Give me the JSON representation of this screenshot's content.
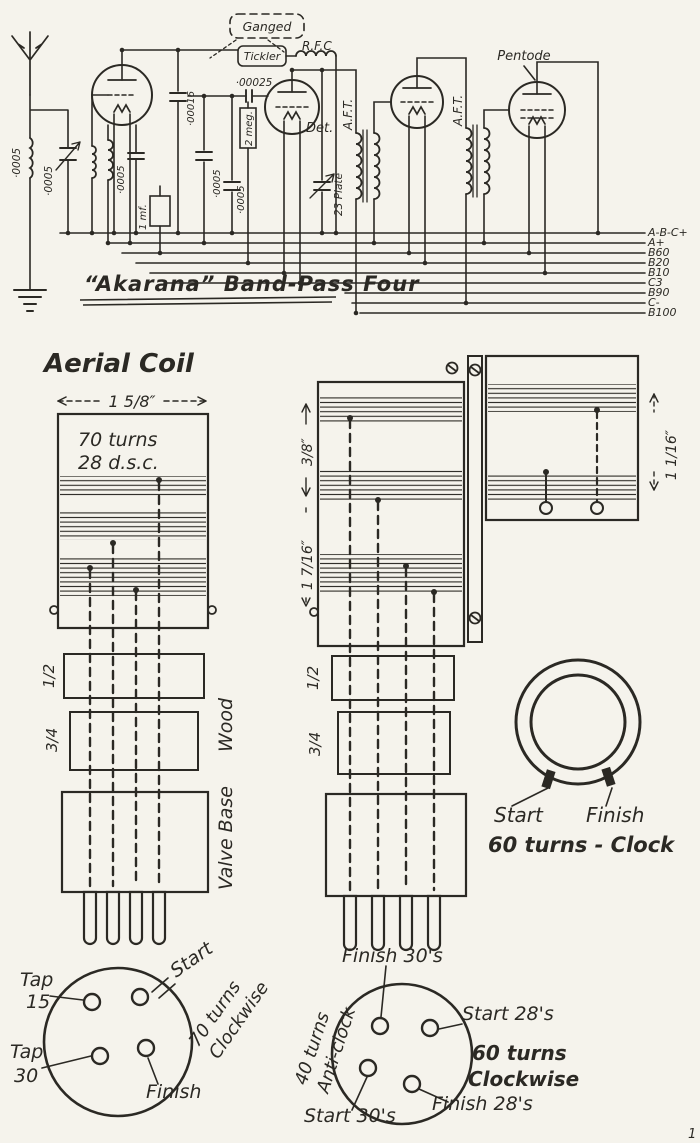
{
  "page_number": "1",
  "colors": {
    "ink": "#2b2924",
    "paper": "#f5f3ec"
  },
  "schematic": {
    "title": "“Akarana” Band-Pass Four",
    "labels": {
      "ganged": "Ganged",
      "tickler": "Tickler",
      "rfc": "R.F.C",
      "det": "Det.",
      "pentode": "Pentode",
      "aft_1": "A.F.T.",
      "aft_2": "A.F.T.",
      "aerial_coil_cap": "·0005",
      "tuning_cap_1": "·0005",
      "tuning_cap_2": "·0005",
      "bypass_cap": "·0005",
      "det_cap": "·0005",
      "coupling_cap": "·00016",
      "fixed_cond": "1 mf.",
      "grid_cap": "·00025",
      "grid_leak": "2 meg.",
      "reaction_cap": "23 Plate"
    },
    "rails": [
      "A-B-C+",
      "A+",
      "B60",
      "B20",
      "B10",
      "C3",
      "B90",
      "C-",
      "B100"
    ]
  },
  "aerial_coil": {
    "heading": "Aerial Coil",
    "width_dim": "1 5/8″",
    "turns_line1": "70 turns",
    "turns_line2": "28 d.s.c.",
    "spacer_1": "1/2",
    "spacer_2": "3/4",
    "wood_label": "Wood",
    "valve_base_label": "Valve Base"
  },
  "band_pass_coil": {
    "dim_top": "3/8″",
    "dim_side": "1 7/16″",
    "dim_panel": "1 1/16″",
    "spacer_1": "1/2",
    "spacer_2": "3/4"
  },
  "reaction_winding": {
    "start": "Start",
    "finish": "Finish",
    "turns": "60 turns - Clock"
  },
  "base_left": {
    "tap_a_line1": "Tap",
    "tap_a_line2": "15",
    "tap_b_line1": "Tap",
    "tap_b_line2": "30",
    "start": "Start",
    "turns_line1": "70 turns",
    "turns_line2": "Clockwise",
    "finish": "Finish"
  },
  "base_right": {
    "finish_30": "Finish 30's",
    "start_28": "Start 28's",
    "turns40_line1": "40 turns",
    "turns40_line2": "Anti-clock",
    "turns60_line1": "60 turns",
    "turns60_line2": "Clockwise",
    "start_30": "Start 30's",
    "finish_28": "Finish 28's"
  }
}
